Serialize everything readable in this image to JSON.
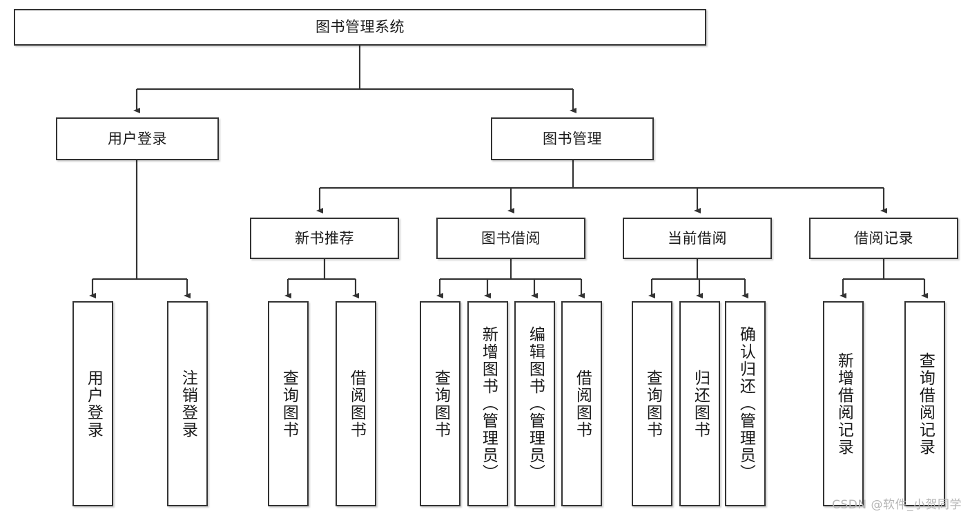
{
  "diagram": {
    "type": "tree-hierarchy",
    "title": "图书管理系统",
    "orientation": "top-down",
    "colors": {
      "box_border": "#333333",
      "box_fill": "#FFFFFF",
      "edge": "#333333",
      "text": "#1B1B1B",
      "watermark": "#B5B5B5",
      "background": "#FFFFFF"
    },
    "levels": {
      "root": {
        "label": "图书管理系统"
      },
      "level2": [
        {
          "id": "user-login",
          "label": "用户登录"
        },
        {
          "id": "book-management",
          "label": "图书管理"
        }
      ],
      "level3": [
        {
          "id": "new-book-recommend",
          "label": "新书推荐",
          "parent": "book-management"
        },
        {
          "id": "book-borrow",
          "label": "图书借阅",
          "parent": "book-management"
        },
        {
          "id": "current-borrow",
          "label": "当前借阅",
          "parent": "book-management"
        },
        {
          "id": "borrow-record",
          "label": "借阅记录",
          "parent": "book-management"
        }
      ],
      "leaves": [
        {
          "id": "leaf-user-login",
          "label": "用户登录",
          "parent": "user-login"
        },
        {
          "id": "leaf-logout",
          "label": "注销登录",
          "parent": "user-login"
        },
        {
          "id": "leaf-query-book-1",
          "label": "查询图书",
          "parent": "new-book-recommend"
        },
        {
          "id": "leaf-borrow-book-1",
          "label": "借阅图书",
          "parent": "new-book-recommend"
        },
        {
          "id": "leaf-query-book-2",
          "label": "查询图书",
          "parent": "book-borrow"
        },
        {
          "id": "leaf-add-book",
          "label": "新增图书（管理员）",
          "parent": "book-borrow"
        },
        {
          "id": "leaf-edit-book",
          "label": "编辑图书（管理员）",
          "parent": "book-borrow"
        },
        {
          "id": "leaf-borrow-book-2",
          "label": "借阅图书",
          "parent": "book-borrow"
        },
        {
          "id": "leaf-query-book-3",
          "label": "查询图书",
          "parent": "current-borrow"
        },
        {
          "id": "leaf-return-book",
          "label": "归还图书",
          "parent": "current-borrow"
        },
        {
          "id": "leaf-confirm-return",
          "label": "确认归还（管理员）",
          "parent": "current-borrow"
        },
        {
          "id": "leaf-add-record",
          "label": "新增借阅记录",
          "parent": "borrow-record"
        },
        {
          "id": "leaf-query-record",
          "label": "查询借阅记录",
          "parent": "borrow-record"
        }
      ]
    }
  },
  "watermark": {
    "text": "CSDN @软件_小贺同学"
  }
}
